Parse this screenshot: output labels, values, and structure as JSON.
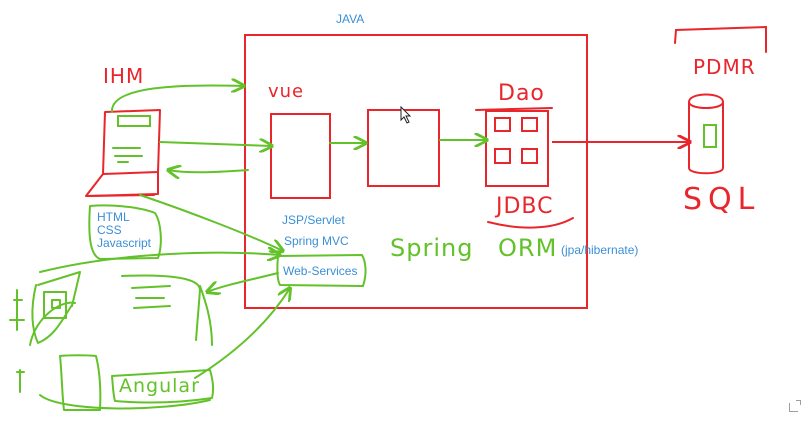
{
  "diagram": {
    "title": "JAVA",
    "colors": {
      "red": "#e8262c",
      "green": "#63c22a",
      "blue": "#3a8fd6"
    },
    "typed_labels": {
      "html": "HTML",
      "css": "CSS",
      "javascript": "Javascript",
      "jsp_servlet": "JSP/Servlet",
      "spring_mvc": "Spring MVC",
      "web_services": "Web-Services",
      "jpa_hibernate": "(jpa/hibernate)"
    },
    "handwritten": {
      "ihm": "IHM",
      "vue": "vue",
      "dao": "Dao",
      "sgbdr": "PDMR",
      "sql": "SQL",
      "jdbc": "JDBC",
      "spring": "Spring",
      "orm": "ORM",
      "angular": "Angular"
    },
    "cursor": "mouse-pointer-icon",
    "corner_icon": "expand-icon"
  }
}
